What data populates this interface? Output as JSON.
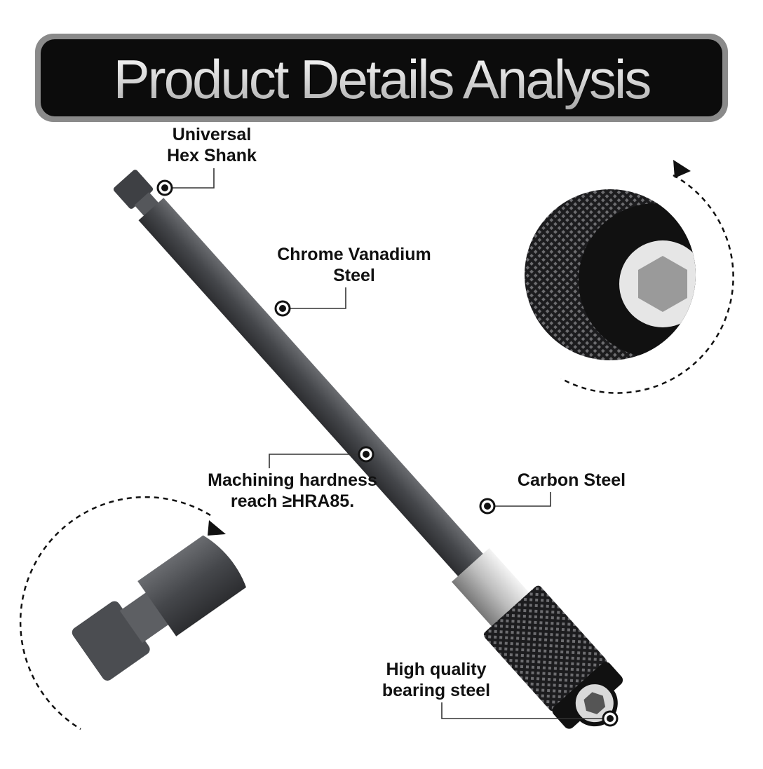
{
  "title": "Product Details Analysis",
  "callouts": {
    "hex_shank": [
      "Universal",
      "Hex Shank"
    ],
    "chrome_vanadium": [
      "Chrome Vanadium",
      "Steel"
    ],
    "hardness": [
      "Machining hardness",
      "reach ≥HRA85."
    ],
    "carbon_steel": "Carbon Steel",
    "bearing_steel": [
      "High quality",
      "bearing steel"
    ]
  },
  "colors": {
    "banner": "#0c0c0c",
    "shaft": "#4a4c50",
    "sleeve": "#c9c9c9",
    "knurl": "#1e1e20"
  }
}
